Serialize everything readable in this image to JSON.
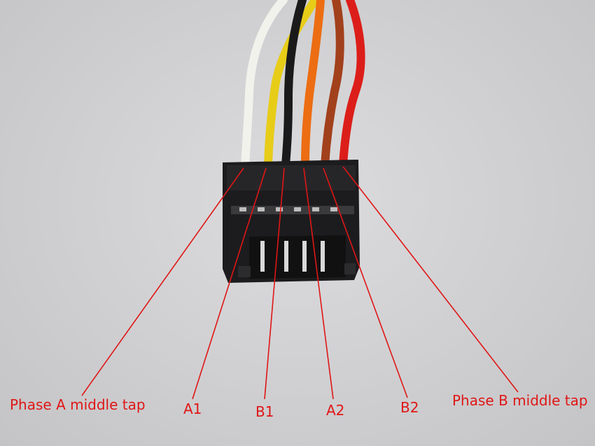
{
  "labels": {
    "phase_a_middle_tap": "Phase A middle tap",
    "a1": "A1",
    "b1": "B1",
    "a2": "A2",
    "b2": "B2",
    "phase_b_middle_tap": "Phase B middle tap"
  },
  "colors": {
    "label_color": "#e01616",
    "background": "#cfcfd1",
    "connector_body": "#1c1c1e",
    "wire_white": "#f2f2ec",
    "wire_yellow": "#e7cc18",
    "wire_black": "#1a1a1a",
    "wire_orange": "#ec6d12",
    "wire_brown": "#a2401c",
    "wire_red": "#dc1e1a"
  },
  "wires": [
    {
      "name": "wire-white",
      "color": "#f2f2ec"
    },
    {
      "name": "wire-yellow",
      "color": "#e7cc18"
    },
    {
      "name": "wire-black",
      "color": "#1a1a1a"
    },
    {
      "name": "wire-orange",
      "color": "#ec6d12"
    },
    {
      "name": "wire-brown",
      "color": "#a2401c"
    },
    {
      "name": "wire-red",
      "color": "#dc1e1a"
    }
  ]
}
